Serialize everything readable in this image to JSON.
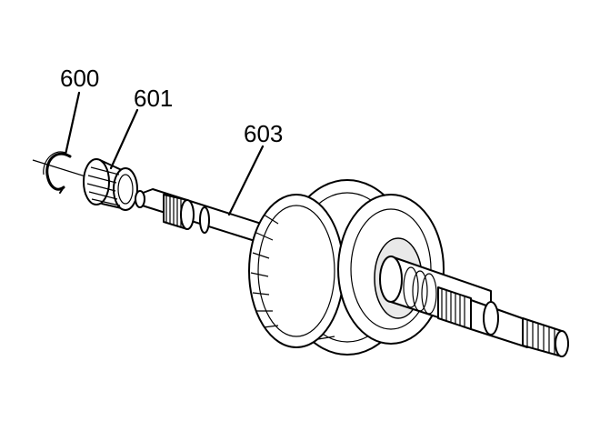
{
  "callouts": {
    "snap_ring": "600",
    "bearing": "601",
    "shaft": "603"
  }
}
